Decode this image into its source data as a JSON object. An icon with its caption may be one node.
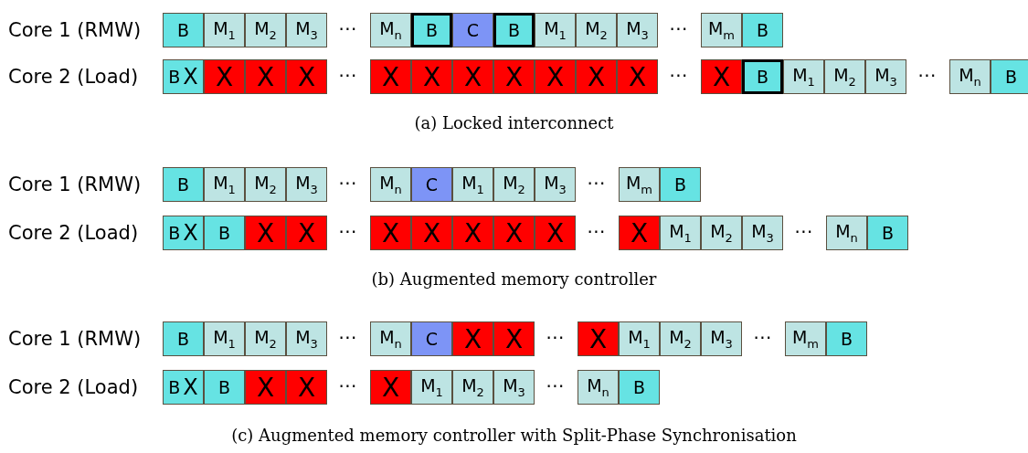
{
  "diagram": {
    "nodes": [
      {
        "text": [
          "B"
        ]
      },
      {
        "text": [
          "M$_{1}$"
        ]
      },
      {
        "text": [
          "M$_{2}$"
        ]
      },
      {
        "text": [
          "M$_{3}$"
        ]
      },
      {
        "text": [
          "M$_{n}$"
        ]
      },
      {
        "text": [
          "B"
        ]
      },
      {
        "text": [
          "C"
        ]
      },
      {
        "text": [
          "B"
        ]
      },
      {
        "text": [
          "M$_{1}$"
        ]
      },
      {
        "text": [
          "M$_{2}$"
        ]
      },
      {
        "text": [
          "M$_{3}$"
        ]
      },
      {
        "text": [
          "M$_{m}$"
        ]
      },
      {
        "text": [
          "B"
        ]
      },
      {
        "text": [
          "B",
          "X"
        ]
      },
      {
        "text": [
          "X"
        ]
      },
      {
        "text": [
          "X"
        ]
      },
      {
        "text": [
          "X"
        ]
      },
      {
        "text": [
          "X"
        ]
      },
      {
        "text": [
          "X"
        ]
      },
      {
        "text": [
          "X"
        ]
      },
      {
        "text": [
          "X"
        ]
      },
      {
        "text": [
          "X"
        ]
      },
      {
        "text": [
          "X"
        ]
      },
      {
        "text": [
          "X"
        ]
      },
      {
        "text": [
          "X"
        ]
      },
      {
        "text": [
          "B"
        ]
      },
      {
        "text": [
          "M$_{1}$"
        ]
      },
      {
        "text": [
          "M$_{2}$"
        ]
      },
      {
        "text": [
          "M$_{3}$"
        ]
      },
      {
        "text": [
          "M$_{n}$"
        ]
      },
      {
        "text": [
          "B"
        ]
      },
      {
        "text": [
          "B"
        ]
      },
      {
        "text": [
          "M$_{1}$"
        ]
      },
      {
        "text": [
          "M$_{2}$"
        ]
      },
      {
        "text": [
          "M$_{3}$"
        ]
      },
      {
        "text": [
          "M$_{n}$"
        ]
      },
      {
        "text": [
          "C"
        ]
      },
      {
        "text": [
          "M$_{1}$"
        ]
      },
      {
        "text": [
          "M$_{2}$"
        ]
      },
      {
        "text": [
          "M$_{3}$"
        ]
      },
      {
        "text": [
          "M$_{m}$"
        ]
      },
      {
        "text": [
          "B"
        ]
      },
      {
        "text": [
          "B",
          "X"
        ]
      },
      {
        "text": [
          "B"
        ]
      },
      {
        "text": [
          "X"
        ]
      },
      {
        "text": [
          "X"
        ]
      },
      {
        "text": [
          "X"
        ]
      },
      {
        "text": [
          "X"
        ]
      },
      {
        "text": [
          "X"
        ]
      },
      {
        "text": [
          "X"
        ]
      },
      {
        "text": [
          "X"
        ]
      },
      {
        "text": [
          "X"
        ]
      },
      {
        "text": [
          "M$_{1}$"
        ]
      },
      {
        "text": [
          "M$_{2}$"
        ]
      },
      {
        "text": [
          "M$_{3}$"
        ]
      },
      {
        "text": [
          "M$_{n}$"
        ]
      },
      {
        "text": [
          "B"
        ]
      },
      {
        "text": [
          "B"
        ]
      },
      {
        "text": [
          "M$_{1}$"
        ]
      },
      {
        "text": [
          "M$_{2}$"
        ]
      },
      {
        "text": [
          "M$_{3}$"
        ]
      },
      {
        "text": [
          "M$_{n}$"
        ]
      },
      {
        "text": [
          "C"
        ]
      },
      {
        "text": [
          "X"
        ]
      },
      {
        "text": [
          "X"
        ]
      },
      {
        "text": [
          "X"
        ]
      },
      {
        "text": [
          "M$_{1}$"
        ]
      },
      {
        "text": [
          "M$_{2}$"
        ]
      },
      {
        "text": [
          "M$_{3}$"
        ]
      },
      {
        "text": [
          "M$_{m}$"
        ]
      },
      {
        "text": [
          "B"
        ]
      },
      {
        "text": [
          "B",
          "X"
        ]
      },
      {
        "text": [
          "B"
        ]
      },
      {
        "text": [
          "X"
        ]
      },
      {
        "text": [
          "X"
        ]
      },
      {
        "text": [
          "X"
        ]
      },
      {
        "text": [
          "M$_{1}$"
        ]
      },
      {
        "text": [
          "M$_{2}$"
        ]
      },
      {
        "text": [
          "M$_{3}$"
        ]
      },
      {
        "text": [
          "M$_{n}$"
        ]
      },
      {
        "text": [
          "B"
        ]
      }
    ],
    "labels": [
      "Core 1 (RMW)",
      "⋯",
      "⋯",
      "Core 2 (Load)",
      "⋯",
      "⋯",
      "⋯",
      "(a) Locked interconnect",
      "Core 1 (RMW)",
      "⋯",
      "⋯",
      "Core 2 (Load)",
      "⋯",
      "⋯",
      "⋯",
      "(b) Augmented memory controller",
      "Core 1 (RMW)",
      "⋯",
      "⋯",
      "⋯",
      "Core 2 (Load)",
      "⋯",
      "⋯",
      "(c) Augmented memory controller with Split-Phase Synchronisation"
    ]
  }
}
